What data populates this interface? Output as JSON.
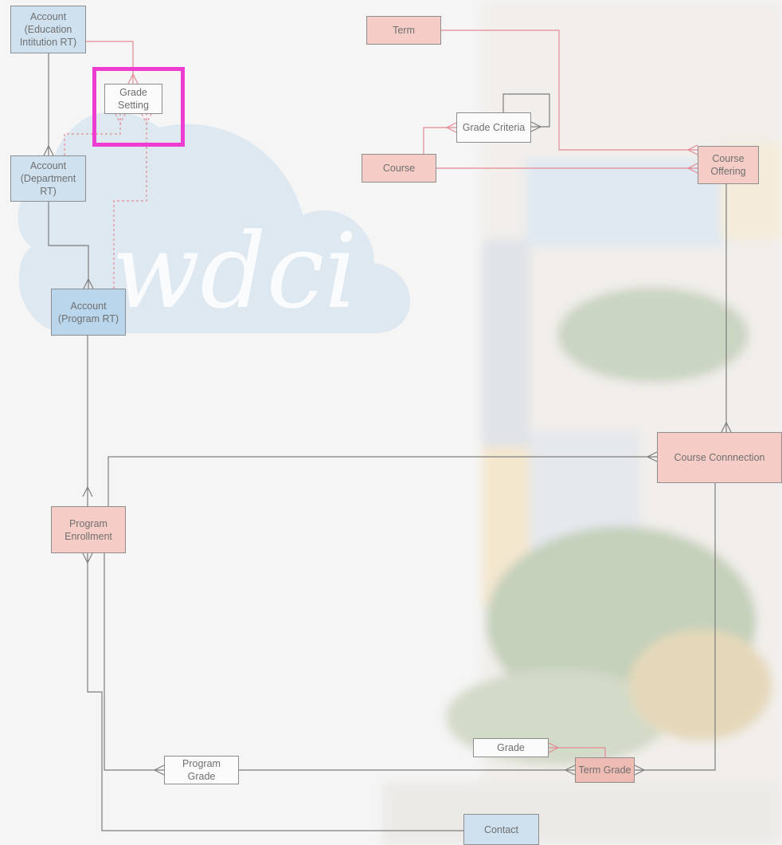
{
  "diagram": {
    "watermark_text": "wdci",
    "entities": {
      "account_education": "Account\n(Education\nIntitution RT)",
      "grade_setting": "Grade\nSetting",
      "account_department": "Account\n(Department\nRT)",
      "account_program": "Account\n(Program RT)",
      "program_enrollment": "Program\nEnrollment",
      "term": "Term",
      "grade_criteria": "Grade Criteria",
      "course": "Course",
      "course_offering": "Course\nOffering",
      "course_connection": "Course Connnection",
      "grade": "Grade",
      "term_grade": "Term Grade",
      "program_grade": "Program\nGrade",
      "contact": "Contact"
    },
    "colors": {
      "account_fill": "#cfe1ef",
      "academic_fill": "#f5cdc6",
      "neutral_fill": "#fbfbfb",
      "gray_line": "#7d7d7d",
      "pink_line": "#e38a93",
      "highlight": "#ee3cd0"
    }
  }
}
